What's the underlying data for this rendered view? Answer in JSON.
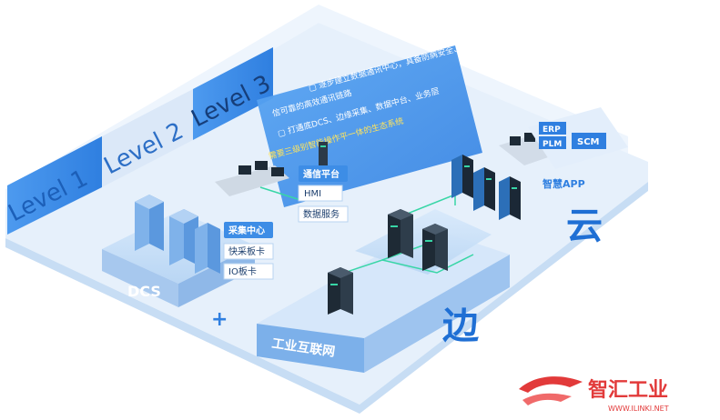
{
  "levels": [
    "Level 1",
    "Level 2",
    "Level 3"
  ],
  "info_panel": {
    "line1": "▢ 逐步建立数据通讯中心，具备防病安全、速",
    "line2": "信可靠的高效通讯链路",
    "line3": "▢ 打通底DCS、边缘采集、数据中台、业务层",
    "line4": "需要三级别智能操作平一体的生态系统"
  },
  "sections": {
    "dcs": "DCS",
    "plus": "+",
    "iiot": "工业互联网",
    "edge": "边",
    "cloud": "云"
  },
  "collect": {
    "title": "采集中心",
    "items": [
      "快采板卡",
      "IO板卡"
    ]
  },
  "comm": {
    "title": "通信平台",
    "items": [
      "HMI",
      "数据服务"
    ]
  },
  "cloud_apps": {
    "erp": "ERP",
    "plm": "PLM",
    "scm": "SCM",
    "app_label": "智慧APP"
  },
  "watermark": {
    "brand": "智汇工业",
    "url": "WWW.ILINKI.NET"
  },
  "colors": {
    "accent": "#3d8de6",
    "label_blue": "#2f7fe0",
    "floor": "#e6f0fb",
    "tile": "#c9e0f7",
    "server_dark": "#22303d",
    "glow": "#38d6a6",
    "watermark": "#e23a3a"
  }
}
